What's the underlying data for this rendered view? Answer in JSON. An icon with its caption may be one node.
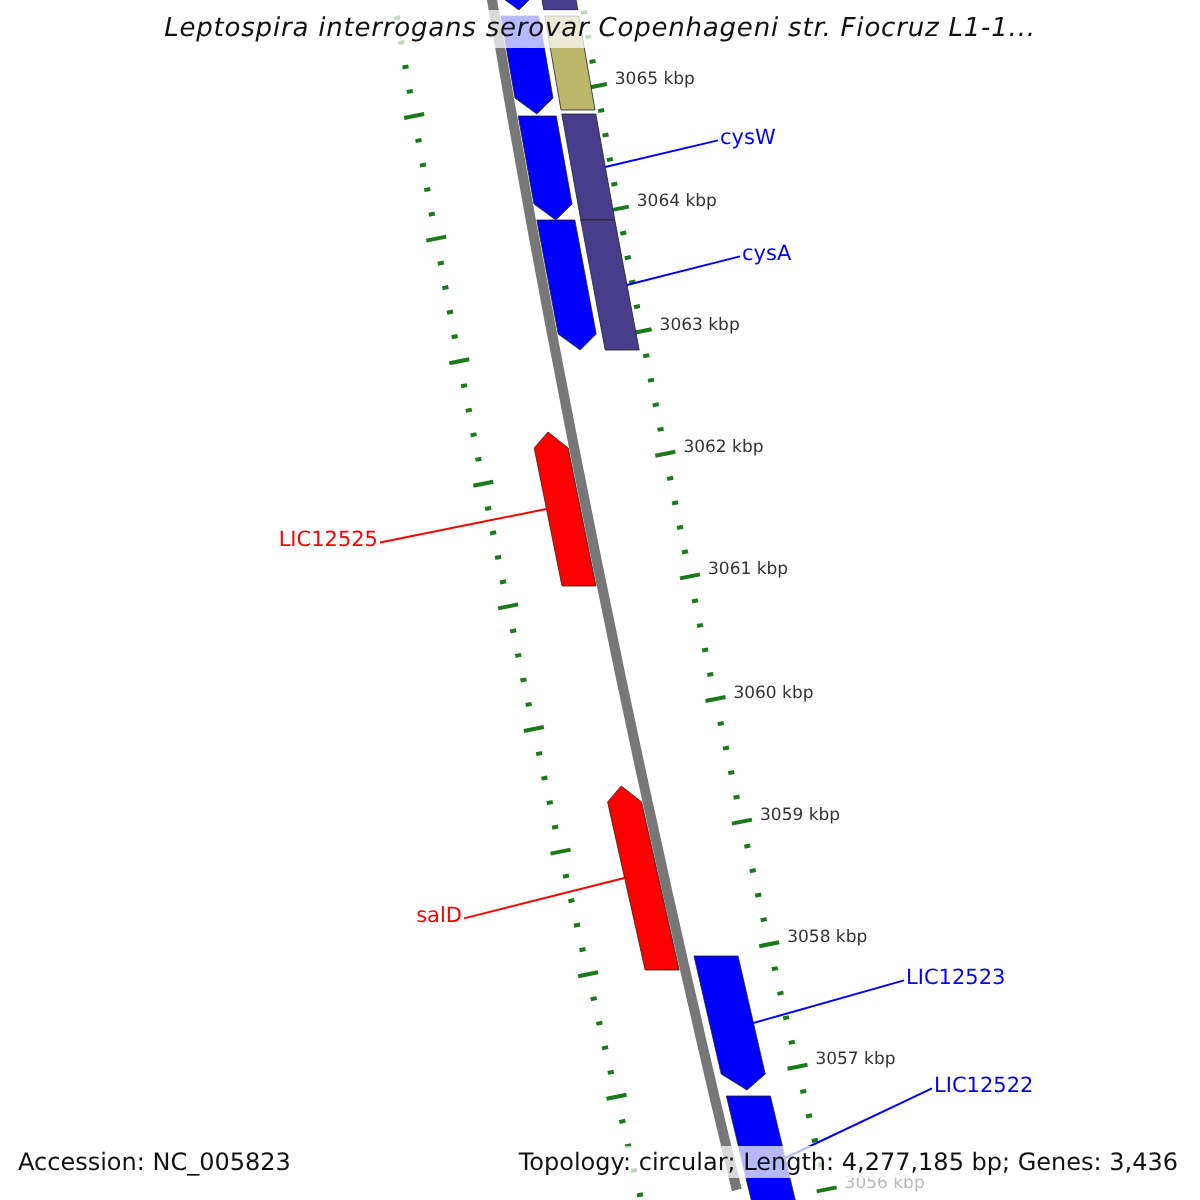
{
  "diagram": {
    "title": "Leptospira interrogans serovar Copenhageni str. Fiocruz L1-1...",
    "nodes": [
      {
        "text": [
          "cysW"
        ]
      },
      {
        "text": [],
        "shape": "bar"
      },
      {
        "text": [
          "cysA"
        ]
      },
      {
        "text": [],
        "shape": "bar"
      },
      {
        "text": [
          "LIC12525"
        ]
      },
      {
        "text": [],
        "shape": "bar"
      },
      {
        "text": [
          "salD"
        ]
      },
      {
        "text": [],
        "shape": "bar"
      },
      {
        "text": [
          "LIC12523"
        ]
      },
      {
        "text": [],
        "shape": "bar"
      },
      {
        "text": [
          "LIC12522"
        ]
      },
      {
        "text": [],
        "shape": "bar"
      }
    ],
    "edges": [
      {
        "from": 0,
        "to": 1,
        "arrow": "none"
      },
      {
        "from": 2,
        "to": 3,
        "arrow": "none"
      },
      {
        "from": 4,
        "to": 5,
        "arrow": "none",
        "color": "#ff0000"
      },
      {
        "from": 6,
        "to": 7,
        "arrow": "none",
        "color": "#ff0000"
      },
      {
        "from": 8,
        "to": 9,
        "arrow": "none"
      },
      {
        "from": 10,
        "to": 11,
        "arrow": "none"
      }
    ],
    "labels": [
      "3065 kbp",
      "3064 kbp",
      "3063 kbp",
      "3062 kbp",
      "3061 kbp",
      "3060 kbp",
      "3059 kbp",
      "3058 kbp",
      "3057 kbp",
      "3056 kbp",
      "Accession: NC_005823",
      "Topology: circular; Length: 4,277,185 bp; Genes: 3,436"
    ]
  }
}
